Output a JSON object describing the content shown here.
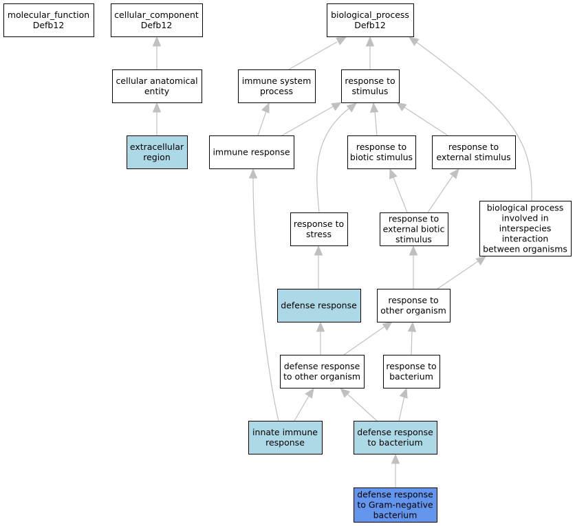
{
  "colors": {
    "default": "#ffffff",
    "annotated": "#add8e6",
    "selected": "#6495ed",
    "edge": "#c0c0c0"
  },
  "nodes": {
    "molecular_function": {
      "lines": [
        "molecular_function",
        "Defb12"
      ],
      "style": "default"
    },
    "cellular_component": {
      "lines": [
        "cellular_component",
        "Defb12"
      ],
      "style": "default"
    },
    "biological_process": {
      "lines": [
        "biological_process",
        "Defb12"
      ],
      "style": "default"
    },
    "cellular_anatomical_entity": {
      "lines": [
        "cellular anatomical",
        "entity"
      ],
      "style": "default"
    },
    "immune_system_process": {
      "lines": [
        "immune system",
        "process"
      ],
      "style": "default"
    },
    "response_to_stimulus": {
      "lines": [
        "response to",
        "stimulus"
      ],
      "style": "default"
    },
    "extracellular_region": {
      "lines": [
        "extracellular",
        "region"
      ],
      "style": "annotated"
    },
    "immune_response": {
      "lines": [
        "immune response"
      ],
      "style": "default"
    },
    "response_to_biotic_stimulus": {
      "lines": [
        "response to",
        "biotic stimulus"
      ],
      "style": "default"
    },
    "response_to_external_stimulus": {
      "lines": [
        "response to",
        "external stimulus"
      ],
      "style": "default"
    },
    "bp_interspecies": {
      "lines": [
        "biological process",
        "involved in",
        "interspecies",
        "interaction",
        "between organisms"
      ],
      "style": "default"
    },
    "response_to_stress": {
      "lines": [
        "response to",
        "stress"
      ],
      "style": "default"
    },
    "response_to_external_biotic_stimulus": {
      "lines": [
        "response to",
        "external biotic",
        "stimulus"
      ],
      "style": "default"
    },
    "defense_response": {
      "lines": [
        "defense response"
      ],
      "style": "annotated"
    },
    "response_to_other_organism": {
      "lines": [
        "response to",
        "other organism"
      ],
      "style": "default"
    },
    "defense_response_to_other_organism": {
      "lines": [
        "defense response",
        "to other organism"
      ],
      "style": "default"
    },
    "response_to_bacterium": {
      "lines": [
        "response to",
        "bacterium"
      ],
      "style": "default"
    },
    "innate_immune_response": {
      "lines": [
        "innate immune",
        "response"
      ],
      "style": "annotated"
    },
    "defense_response_to_bacterium": {
      "lines": [
        "defense response",
        "to bacterium"
      ],
      "style": "annotated"
    },
    "defense_response_to_gram_negative_bacterium": {
      "lines": [
        "defense response",
        "to Gram-negative",
        "bacterium"
      ],
      "style": "selected"
    }
  },
  "edges": [
    [
      "cellular_anatomical_entity",
      "cellular_component"
    ],
    [
      "extracellular_region",
      "cellular_anatomical_entity"
    ],
    [
      "immune_system_process",
      "biological_process"
    ],
    [
      "response_to_stimulus",
      "biological_process"
    ],
    [
      "bp_interspecies",
      "biological_process"
    ],
    [
      "immune_response",
      "immune_system_process"
    ],
    [
      "immune_response",
      "response_to_stimulus"
    ],
    [
      "response_to_biotic_stimulus",
      "response_to_stimulus"
    ],
    [
      "response_to_external_stimulus",
      "response_to_stimulus"
    ],
    [
      "response_to_stress",
      "response_to_stimulus"
    ],
    [
      "response_to_external_biotic_stimulus",
      "response_to_biotic_stimulus"
    ],
    [
      "response_to_external_biotic_stimulus",
      "response_to_external_stimulus"
    ],
    [
      "defense_response",
      "response_to_stress"
    ],
    [
      "response_to_other_organism",
      "response_to_external_biotic_stimulus"
    ],
    [
      "response_to_other_organism",
      "bp_interspecies"
    ],
    [
      "defense_response_to_other_organism",
      "defense_response"
    ],
    [
      "defense_response_to_other_organism",
      "response_to_other_organism"
    ],
    [
      "response_to_bacterium",
      "response_to_other_organism"
    ],
    [
      "innate_immune_response",
      "defense_response_to_other_organism"
    ],
    [
      "innate_immune_response",
      "immune_response"
    ],
    [
      "defense_response_to_bacterium",
      "defense_response_to_other_organism"
    ],
    [
      "defense_response_to_bacterium",
      "response_to_bacterium"
    ],
    [
      "defense_response_to_gram_negative_bacterium",
      "defense_response_to_bacterium"
    ]
  ]
}
